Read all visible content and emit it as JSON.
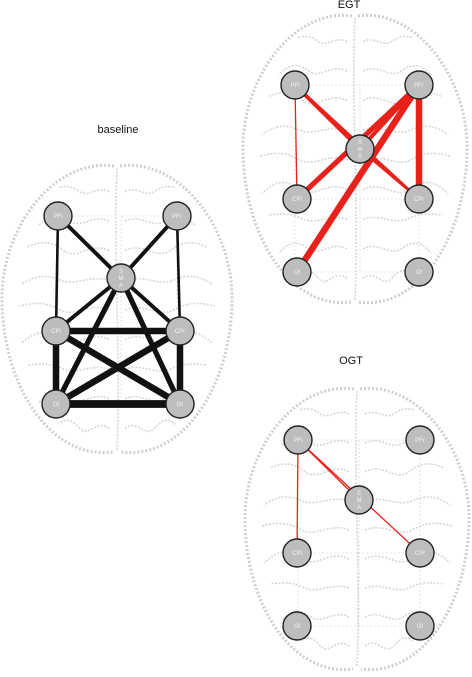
{
  "panels": [
    {
      "id": "baseline",
      "title": "baseline",
      "edge_color": "#111111",
      "nodes": [
        {
          "id": "PFl",
          "label": "PFl"
        },
        {
          "id": "PFr",
          "label": "PFr"
        },
        {
          "id": "SMA",
          "label": "S\nM\nA"
        },
        {
          "id": "CPl",
          "label": "CPl"
        },
        {
          "id": "CPr",
          "label": "CPr"
        },
        {
          "id": "Ol",
          "label": "Ol"
        },
        {
          "id": "Or",
          "label": "Or"
        }
      ],
      "edges": [
        {
          "from": "PFl",
          "to": "SMA",
          "weight": 3
        },
        {
          "from": "PFr",
          "to": "SMA",
          "weight": 3
        },
        {
          "from": "PFl",
          "to": "CPl",
          "weight": 2
        },
        {
          "from": "PFr",
          "to": "CPr",
          "weight": 2
        },
        {
          "from": "SMA",
          "to": "CPl",
          "weight": 3
        },
        {
          "from": "SMA",
          "to": "CPr",
          "weight": 3
        },
        {
          "from": "SMA",
          "to": "Ol",
          "weight": 4
        },
        {
          "from": "SMA",
          "to": "Or",
          "weight": 4
        },
        {
          "from": "CPl",
          "to": "CPr",
          "weight": 5
        },
        {
          "from": "CPl",
          "to": "Ol",
          "weight": 5
        },
        {
          "from": "CPr",
          "to": "Or",
          "weight": 5
        },
        {
          "from": "CPl",
          "to": "Or",
          "weight": 5
        },
        {
          "from": "CPr",
          "to": "Ol",
          "weight": 5
        },
        {
          "from": "Ol",
          "to": "Or",
          "weight": 6
        }
      ]
    },
    {
      "id": "egt",
      "title": "EGT",
      "edge_color": "#e8221b",
      "nodes": [
        {
          "id": "PFl",
          "label": "PFl"
        },
        {
          "id": "PFr",
          "label": "PFr"
        },
        {
          "id": "SMA",
          "label": "S\nM\nA"
        },
        {
          "id": "CPl",
          "label": "CPl"
        },
        {
          "id": "CPr",
          "label": "CPr"
        },
        {
          "id": "Ol",
          "label": "Ol"
        },
        {
          "id": "Or",
          "label": "Or"
        }
      ],
      "edges": [
        {
          "from": "PFl",
          "to": "SMA",
          "weight": 3
        },
        {
          "from": "PFl",
          "to": "CPl",
          "weight": 1
        },
        {
          "from": "PFl",
          "to": "CPr",
          "weight": 2
        },
        {
          "from": "PFr",
          "to": "SMA",
          "weight": 3
        },
        {
          "from": "PFr",
          "to": "CPl",
          "weight": 4
        },
        {
          "from": "PFr",
          "to": "CPr",
          "weight": 5
        },
        {
          "from": "PFr",
          "to": "Ol",
          "weight": 5
        },
        {
          "from": "SMA",
          "to": "CPr",
          "weight": 2
        }
      ]
    },
    {
      "id": "ogt",
      "title": "OGT",
      "edge_color": "#e8221b",
      "nodes": [
        {
          "id": "PFl",
          "label": "PFl"
        },
        {
          "id": "PFr",
          "label": "PFr"
        },
        {
          "id": "SMA",
          "label": "S\nM\nA"
        },
        {
          "id": "CPl",
          "label": "CPl"
        },
        {
          "id": "CPr",
          "label": "CPr"
        },
        {
          "id": "Ol",
          "label": "Ol"
        },
        {
          "id": "Or",
          "label": "Or"
        }
      ],
      "edges": [
        {
          "from": "PFl",
          "to": "SMA",
          "weight": 1
        },
        {
          "from": "PFl",
          "to": "CPl",
          "weight": 1
        },
        {
          "from": "PFl",
          "to": "CPr",
          "weight": 1
        }
      ]
    }
  ]
}
